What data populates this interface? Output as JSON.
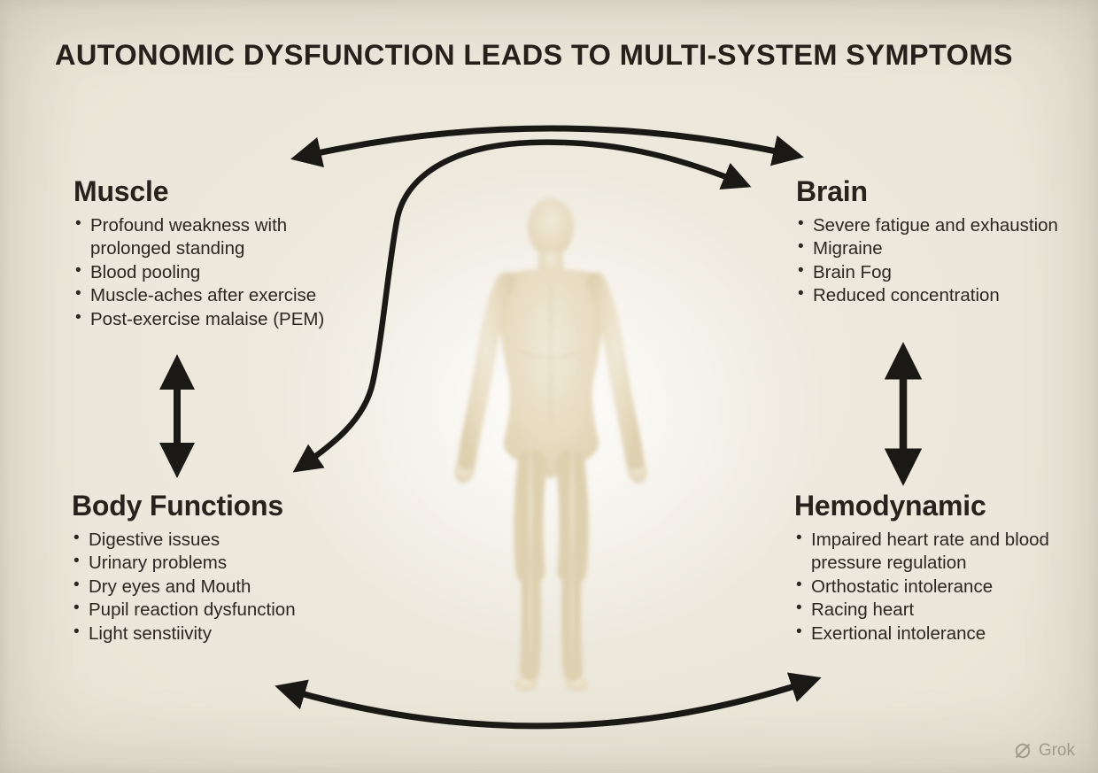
{
  "title": "AUTONOMIC DYSFUNCTION LEADS TO MULTI-SYSTEM SYMPTOMS",
  "sections": {
    "muscle": {
      "title": "Muscle",
      "items": [
        "Profound weakness with prolonged standing",
        "Blood pooling",
        "Muscle-aches after exercise",
        "Post-exercise malaise (PEM)"
      ]
    },
    "brain": {
      "title": "Brain",
      "items": [
        "Severe fatigue and exhaustion",
        "Migraine",
        "Brain Fog",
        "Reduced concentration"
      ]
    },
    "body_functions": {
      "title": "Body Functions",
      "items": [
        "Digestive issues",
        "Urinary problems",
        "Dry eyes and Mouth",
        "Pupil reaction dysfunction",
        "Light senstiivity"
      ]
    },
    "hemodynamic": {
      "title": "Hemodynamic",
      "items": [
        "Impaired heart rate and blood pressure regulation",
        "Orthostatic intolerance",
        "Racing heart",
        "Exertional intolerance"
      ]
    }
  },
  "connections": [
    {
      "from": "Muscle",
      "to": "Brain",
      "shape": "top-arc",
      "bidirectional": true
    },
    {
      "from": "Brain",
      "to": "Body Functions",
      "shape": "s-curve",
      "bidirectional": true
    },
    {
      "from": "Muscle",
      "to": "Body Functions",
      "shape": "vertical",
      "bidirectional": true
    },
    {
      "from": "Brain",
      "to": "Hemodynamic",
      "shape": "vertical",
      "bidirectional": true
    },
    {
      "from": "Body Functions",
      "to": "Hemodynamic",
      "shape": "bottom-arc",
      "bidirectional": true
    }
  ],
  "figure": {
    "name": "human-body-figure"
  },
  "watermark": {
    "label": "Grok"
  },
  "colors": {
    "background": "#eae6d9",
    "text": "#28251f",
    "arrow": "#1b1915",
    "figure": "#e7dcc1",
    "watermark": "#a9a295"
  }
}
